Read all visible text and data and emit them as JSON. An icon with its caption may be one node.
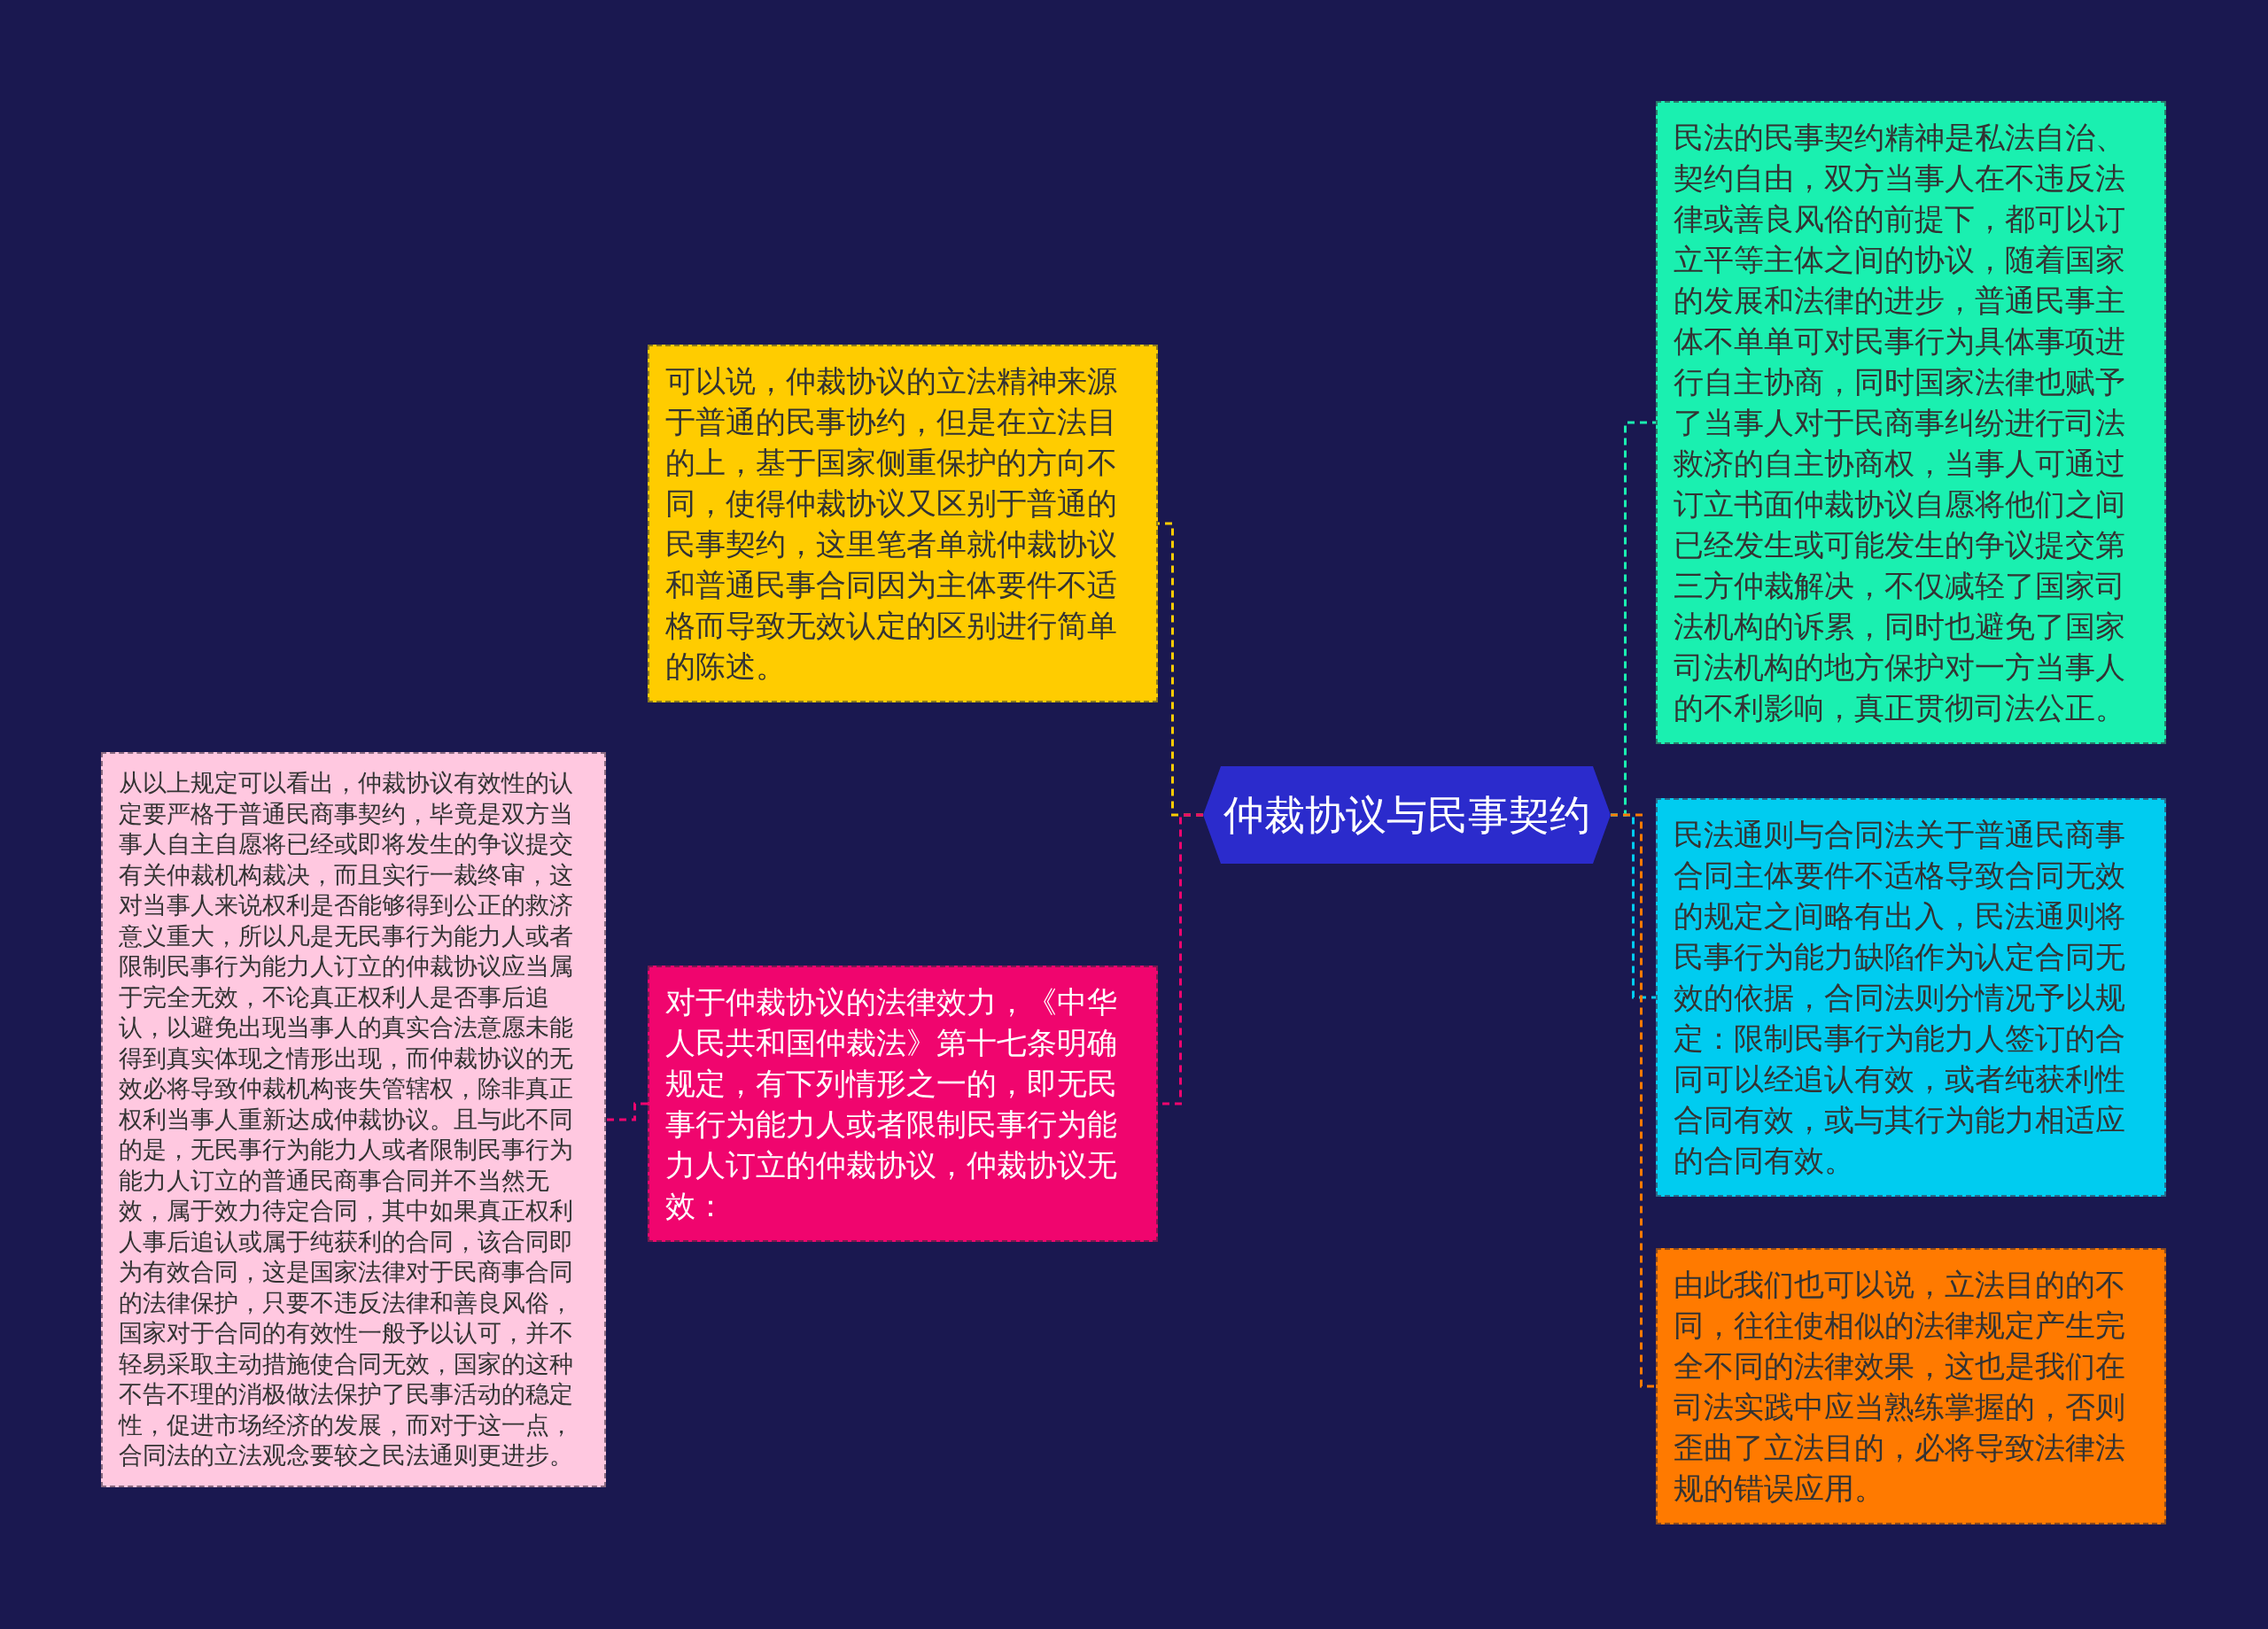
{
  "diagram": {
    "nodes": [
      {
        "text": [
          "仲裁协议与民事契约"
        ]
      },
      {
        "text": [
          "可以说，仲裁协议的立法精神来源于普通的民事协约，但是在立法目的上，基于国家侧重保护的方向不同，使得仲裁协议又区别于普通的民事契约，这里笔者单就仲裁协议和普通民事合同因为主体要件不适格而导致无效认定的区别进行简单的陈述。"
        ]
      },
      {
        "text": [
          "对于仲裁协议的法律效力，《中华人民共和国仲裁法》第十七条明确规定，有下列情形之一的，即无民事行为能力人或者限制民事行为能力人订立的仲裁协议，仲裁协议无效："
        ]
      },
      {
        "text": [
          "从以上规定可以看出，仲裁协议有效性的认定要严格于普通民商事契约，毕竟是双方当事人自主自愿将已经或即将发生的争议提交有关仲裁机构裁决，而且实行一裁终审，这对当事人来说权利是否能够得到公正的救济意义重大，所以凡是无民事行为能力人或者限制民事行为能力人订立的仲裁协议应当属于完全无效，不论真正权利人是否事后追认，以避免出现当事人的真实合法意愿未能得到真实体现之情形出现，而仲裁协议的无效必将导致仲裁机构丧失管辖权，除非真正权利当事人重新达成仲裁协议。且与此不同的是，无民事行为能力人或者限制民事行为能力人订立的普通民商事合同并不当然无效，属于效力待定合同，其中如果真正权利人事后追认或属于纯获利的合同，该合同即为有效合同，这是国家法律对于民商事合同的法律保护，只要不违反法律和善良风俗，国家对于合同的有效性一般予以认可，并不轻易采取主动措施使合同无效，国家的这种不告不理的消极做法保护了民事活动的稳定性，促进市场经济的发展，而对于这一点，合同法的立法观念要较之民法通则更进步。"
        ]
      },
      {
        "text": [
          "民法的民事契约精神是私法自治、契约自由，双方当事人在不违反法律或善良风俗的前提下，都可以订立平等主体之间的协议，随着国家的发展和法律的进步，普通民事主体不单单可对民事行为具体事项进行自主协商，同时国家法律也赋予了当事人对于民商事纠纷进行司法救济的自主协商权，当事人可通过订立书面仲裁协议自愿将他们之间已经发生或可能发生的争议提交第三方仲裁解决，不仅减轻了国家司法机构的诉累，同时也避免了国家司法机构的地方保护对一方当事人的不利影响，真正贯彻司法公正。"
        ]
      },
      {
        "text": [
          "民法通则与合同法关于普通民商事合同主体要件不适格导致合同无效的规定之间略有出入，民法通则将民事行为能力缺陷作为认定合同无效的依据，合同法则分情况予以规定：限制民事行为能力人签订的合同可以经追认有效，或者纯获利性合同有效，或与其行为能力相适应的合同有效。"
        ]
      },
      {
        "text": [
          "由此我们也可以说，立法目的的不同，往往使相似的法律规定产生完全不同的法律效果，这也是我们在司法实践中应当熟练掌握的，否则歪曲了立法目的，必将导致法律法规的错误应用。"
        ]
      }
    ],
    "edges": [
      {
        "from": 0,
        "to": 1,
        "arrow": "none",
        "style": "dashed",
        "color": "#ffcc00"
      },
      {
        "from": 0,
        "to": 2,
        "arrow": "none",
        "style": "dashed",
        "color": "#f0056e"
      },
      {
        "from": 2,
        "to": 3,
        "arrow": "none",
        "style": "dashed",
        "color": "#f0056e"
      },
      {
        "from": 0,
        "to": 4,
        "arrow": "none",
        "style": "dashed",
        "color": "#1af0b0"
      },
      {
        "from": 0,
        "to": 5,
        "arrow": "none",
        "style": "dashed",
        "color": "#00ccf0"
      },
      {
        "from": 0,
        "to": 6,
        "arrow": "none",
        "style": "dashed",
        "color": "#ff7a00"
      }
    ]
  }
}
